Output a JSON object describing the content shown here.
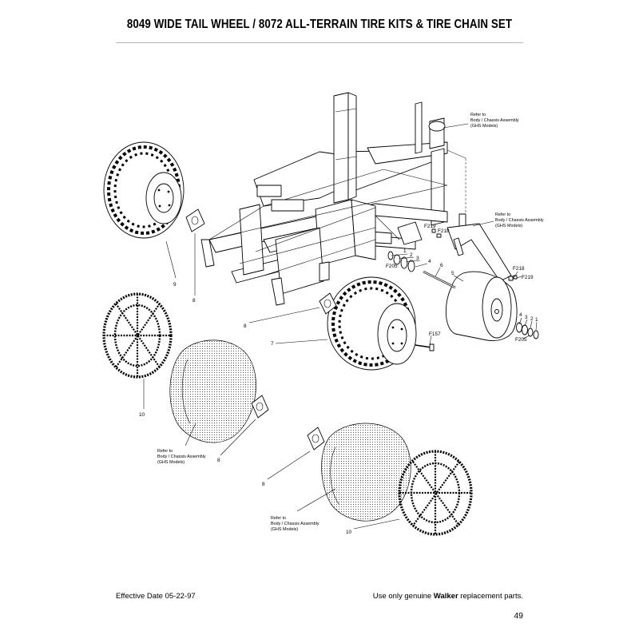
{
  "title": "8049 WIDE TAIL WHEEL / 8072 ALL-TERRAIN TIRE KITS & TIRE CHAIN SET",
  "footer": {
    "effective_date": "Effective Date 05-22-97",
    "genuine_prefix": "Use only genuine ",
    "genuine_brand": "Walker",
    "genuine_suffix": " replacement parts.",
    "page_number": "49"
  },
  "reference_note": {
    "line1": "Refer to",
    "line2": "Body / Chassis Assembly",
    "line3": "(GHS Models)"
  },
  "callouts": {
    "n1": "1",
    "n2": "2",
    "n3": "3",
    "n4": "4",
    "n5": "5",
    "n6": "6",
    "n7": "7",
    "n8": "8",
    "n9": "9",
    "n10": "10",
    "f157": "F157",
    "f205": "F205",
    "f218": "F218",
    "f219": "F219"
  },
  "colors": {
    "ink": "#000000",
    "rule": "#b5b5b5",
    "background": "#ffffff"
  }
}
